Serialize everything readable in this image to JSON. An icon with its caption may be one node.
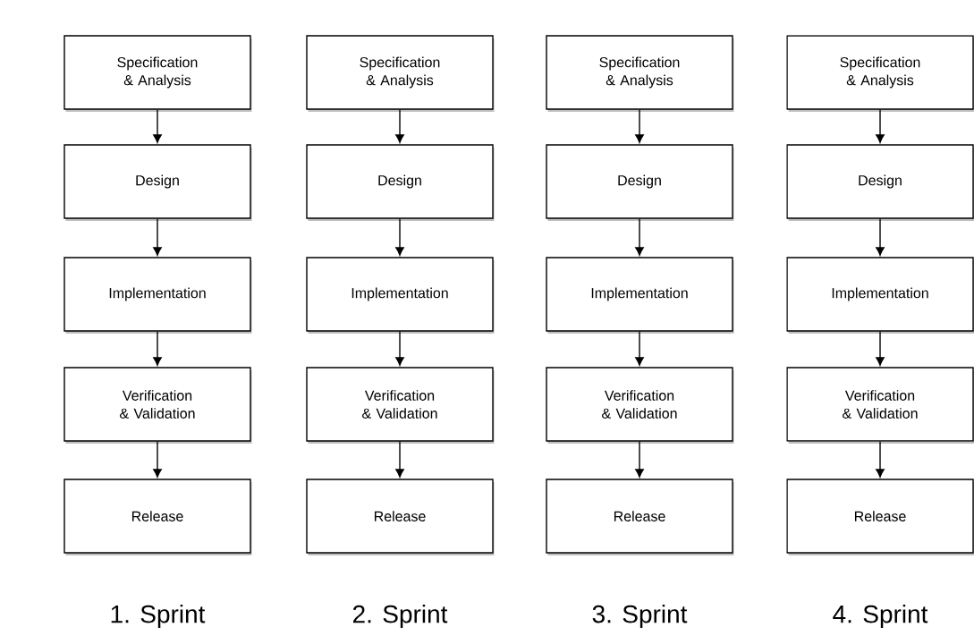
{
  "diagram": {
    "nodes": [
      {
        "text": [
          "Specification & Analysis"
        ]
      },
      {
        "text": [
          "Design"
        ]
      },
      {
        "text": [
          "Implementation"
        ]
      },
      {
        "text": [
          "Verification & Validation"
        ]
      },
      {
        "text": [
          "Release"
        ]
      },
      {
        "text": [
          "Specification & Analysis"
        ]
      },
      {
        "text": [
          "Design"
        ]
      },
      {
        "text": [
          "Implementation"
        ]
      },
      {
        "text": [
          "Verification & Validation"
        ]
      },
      {
        "text": [
          "Release"
        ]
      },
      {
        "text": [
          "Specification & Analysis"
        ]
      },
      {
        "text": [
          "Design"
        ]
      },
      {
        "text": [
          "Implementation"
        ]
      },
      {
        "text": [
          "Verification & Validation"
        ]
      },
      {
        "text": [
          "Release"
        ]
      },
      {
        "text": [
          "Specification & Analysis"
        ]
      },
      {
        "text": [
          "Design"
        ]
      },
      {
        "text": [
          "Implementation"
        ]
      },
      {
        "text": [
          "Verification & Validation"
        ]
      },
      {
        "text": [
          "Release"
        ]
      }
    ],
    "edges": [
      {
        "from": 0,
        "to": 1,
        "arrow": "to"
      },
      {
        "from": 1,
        "to": 2,
        "arrow": "to"
      },
      {
        "from": 2,
        "to": 3,
        "arrow": "to"
      },
      {
        "from": 3,
        "to": 4,
        "arrow": "to"
      },
      {
        "from": 5,
        "to": 6,
        "arrow": "to"
      },
      {
        "from": 6,
        "to": 7,
        "arrow": "to"
      },
      {
        "from": 7,
        "to": 8,
        "arrow": "to"
      },
      {
        "from": 8,
        "to": 9,
        "arrow": "to"
      },
      {
        "from": 10,
        "to": 11,
        "arrow": "to"
      },
      {
        "from": 11,
        "to": 12,
        "arrow": "to"
      },
      {
        "from": 12,
        "to": 13,
        "arrow": "to"
      },
      {
        "from": 13,
        "to": 14,
        "arrow": "to"
      },
      {
        "from": 15,
        "to": 16,
        "arrow": "to"
      },
      {
        "from": 16,
        "to": 17,
        "arrow": "to"
      },
      {
        "from": 17,
        "to": 18,
        "arrow": "to"
      },
      {
        "from": 18,
        "to": 19,
        "arrow": "to"
      }
    ],
    "labels": [
      "1. Sprint",
      "2. Sprint",
      "3. Sprint",
      "4. Sprint"
    ]
  }
}
